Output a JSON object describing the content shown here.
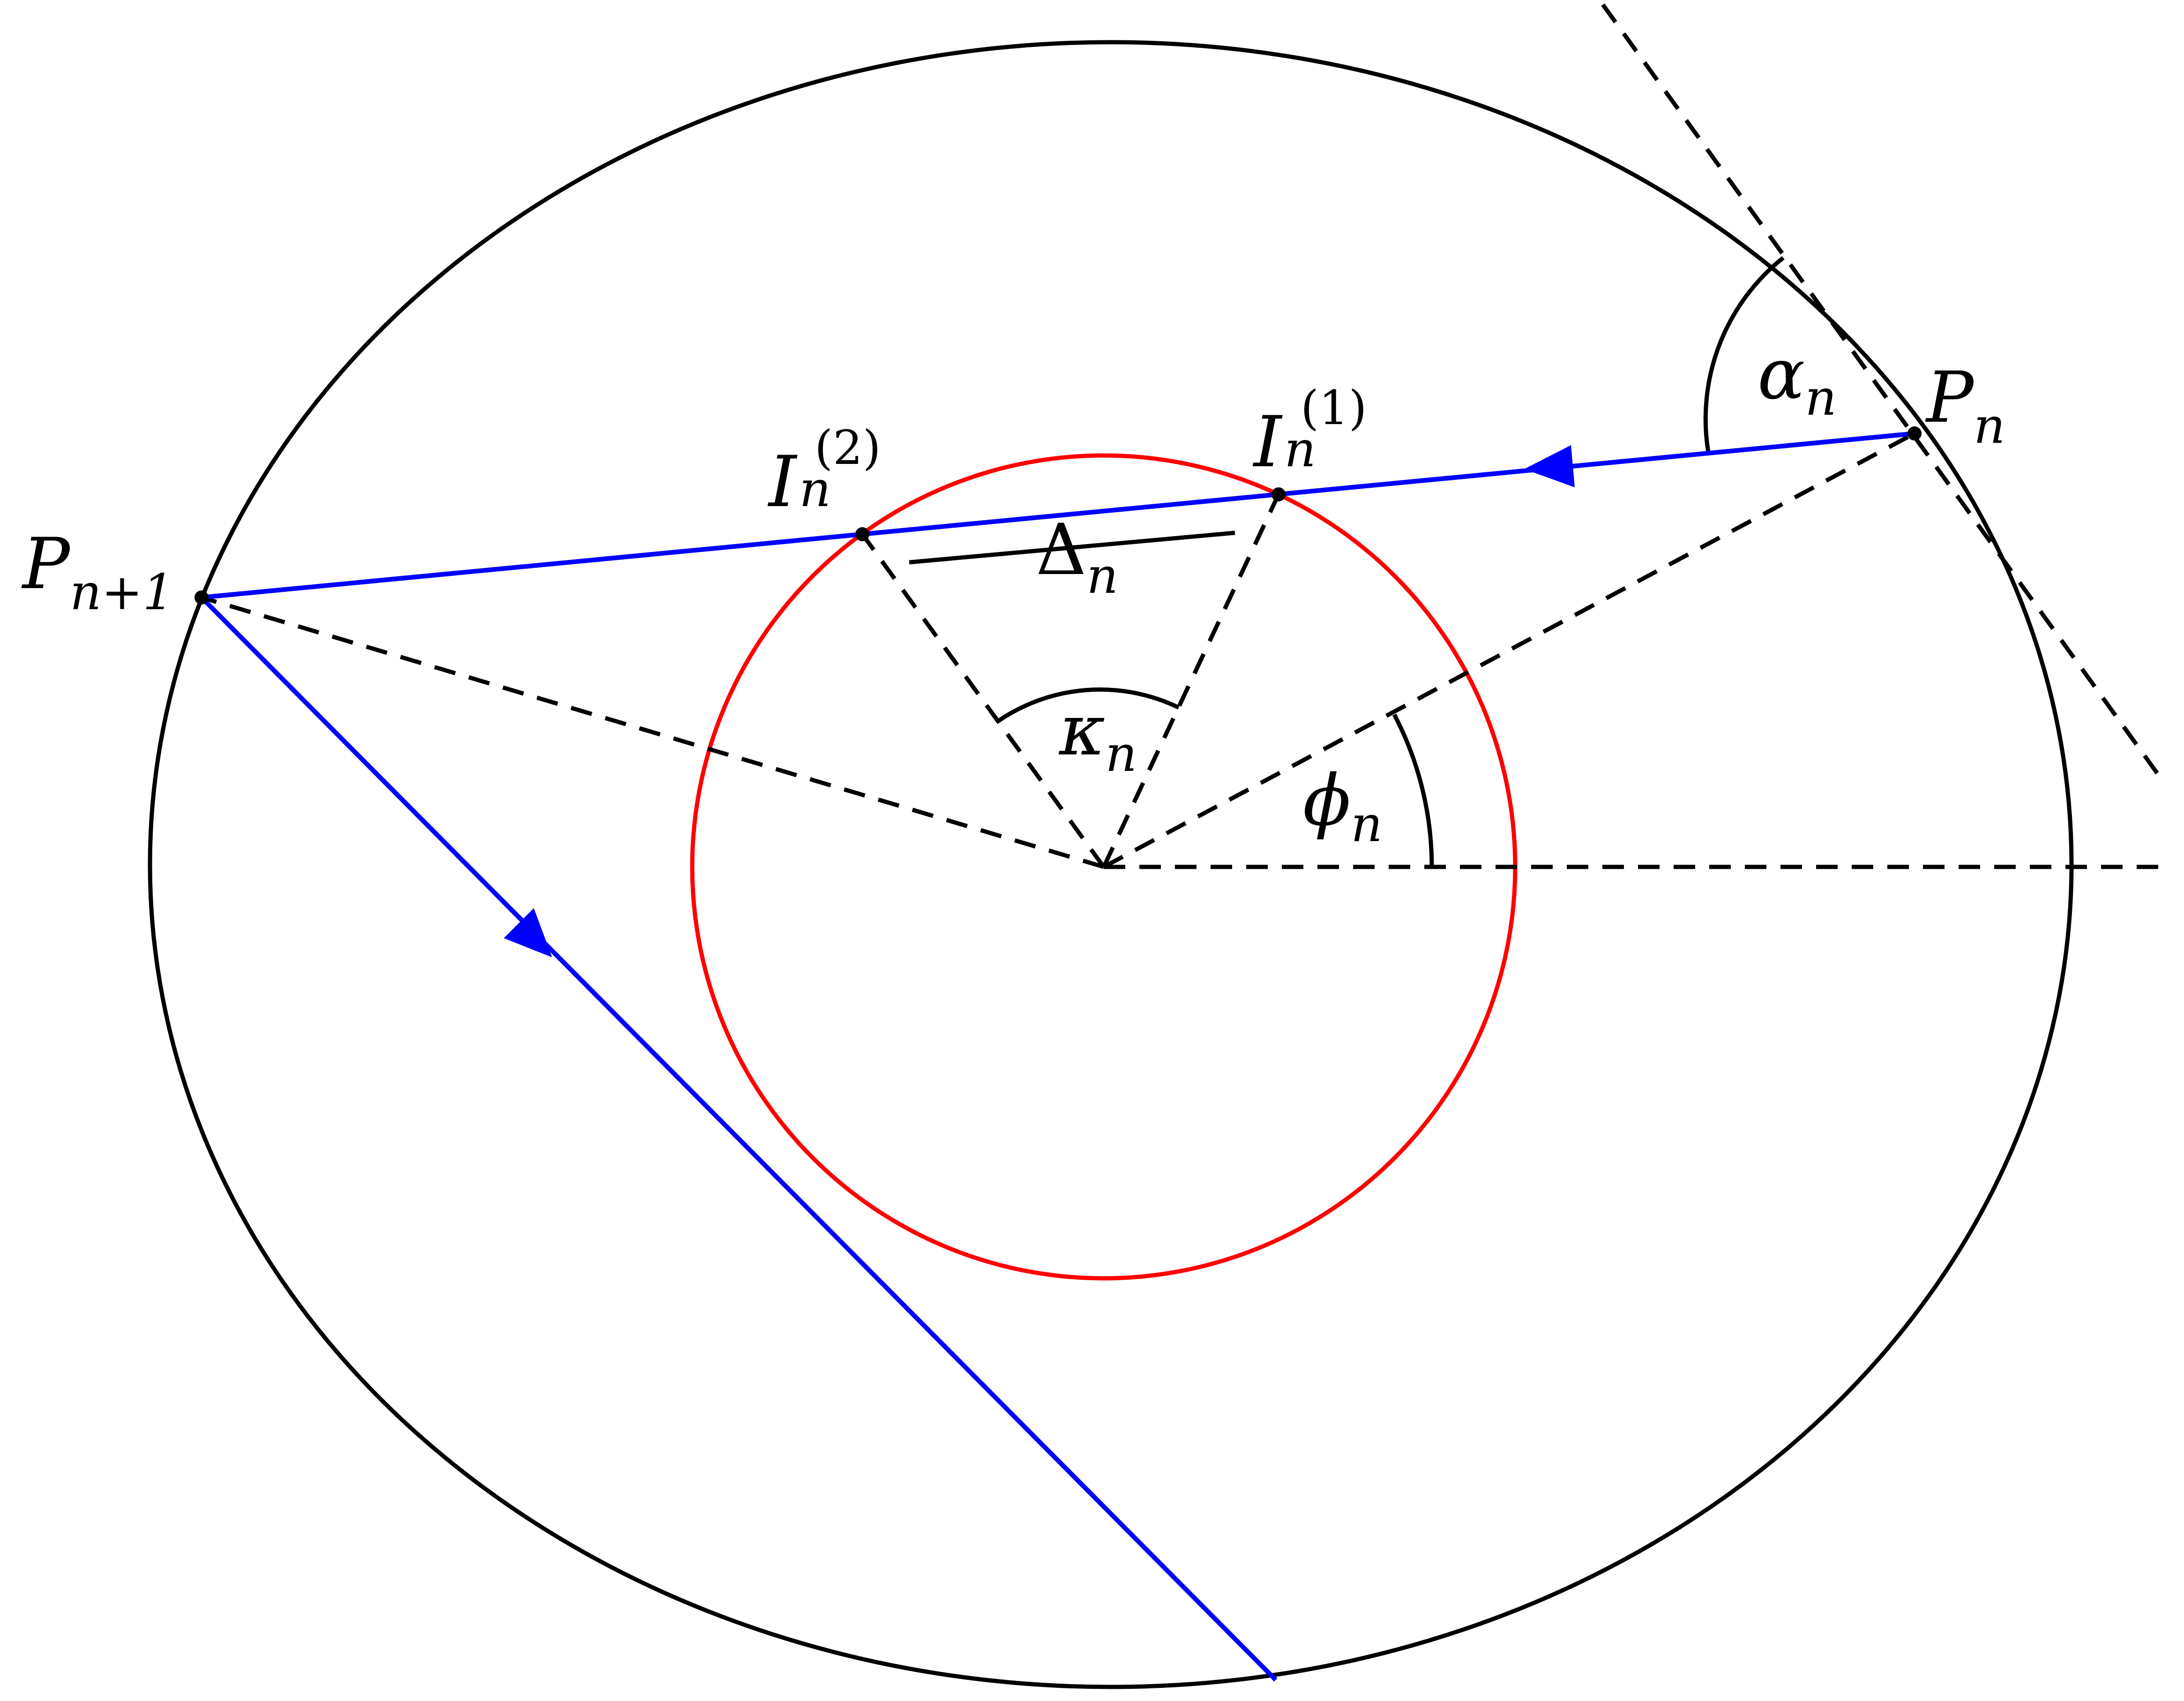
{
  "colors": {
    "ellipse": "#000000",
    "inner_circle": "#ff0000",
    "trajectory": "#0000ff",
    "construction": "#000000"
  },
  "labels": {
    "p_n": {
      "base": "P",
      "sub": "n"
    },
    "p_n1": {
      "base": "P",
      "sub": "n+1"
    },
    "i_n1": {
      "base": "I",
      "sub": "n",
      "sup": "(1)"
    },
    "i_n2": {
      "base": "I",
      "sub": "n",
      "sup": "(2)"
    },
    "alpha_n": {
      "base": "α",
      "sub": "n"
    },
    "phi_n": {
      "base": "ϕ",
      "sub": "n"
    },
    "kappa_n": {
      "base": "κ",
      "sub": "n"
    },
    "delta_n": {
      "base": "Δ",
      "sub": "n"
    }
  }
}
